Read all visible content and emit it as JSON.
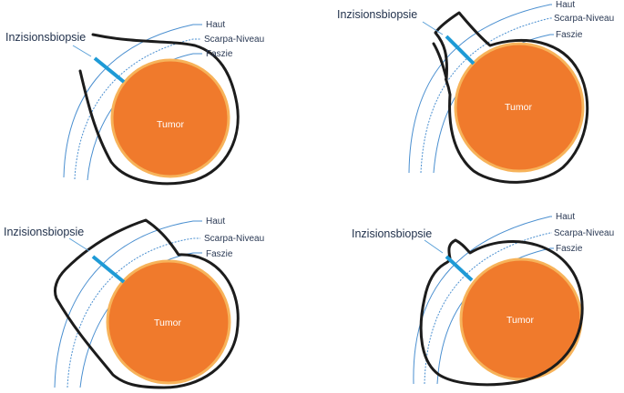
{
  "colors": {
    "layer_line": "#4a8fd0",
    "outline": "#1c1c1c",
    "biopsy_bar": "#1e9ad6",
    "tumor_fill": "#f07a2c",
    "tumor_border": "#f7b35a",
    "pointer": "#5aa0d8"
  },
  "panels": [
    {
      "id": "top-left",
      "labels": {
        "skin": "Haut",
        "scarpa": "Scarpa-Niveau",
        "fascia": "Faszie",
        "biopsy": "Inzisionsbiopsie",
        "tumor": "Tumor"
      }
    },
    {
      "id": "top-right",
      "labels": {
        "skin": "Haut",
        "scarpa": "Scarpa-Niveau",
        "fascia": "Faszie",
        "biopsy": "Inzisionsbiopsie",
        "tumor": "Tumor"
      }
    },
    {
      "id": "bottom-left",
      "labels": {
        "skin": "Haut",
        "scarpa": "Scarpa-Niveau",
        "fascia": "Faszie",
        "biopsy": "Inzisionsbiopsie",
        "tumor": "Tumor"
      }
    },
    {
      "id": "bottom-right",
      "labels": {
        "skin": "Haut",
        "scarpa": "Scarpa-Niveau",
        "fascia": "Faszie",
        "biopsy": "Inzisionsbiopsie",
        "tumor": "Tumor"
      }
    }
  ]
}
